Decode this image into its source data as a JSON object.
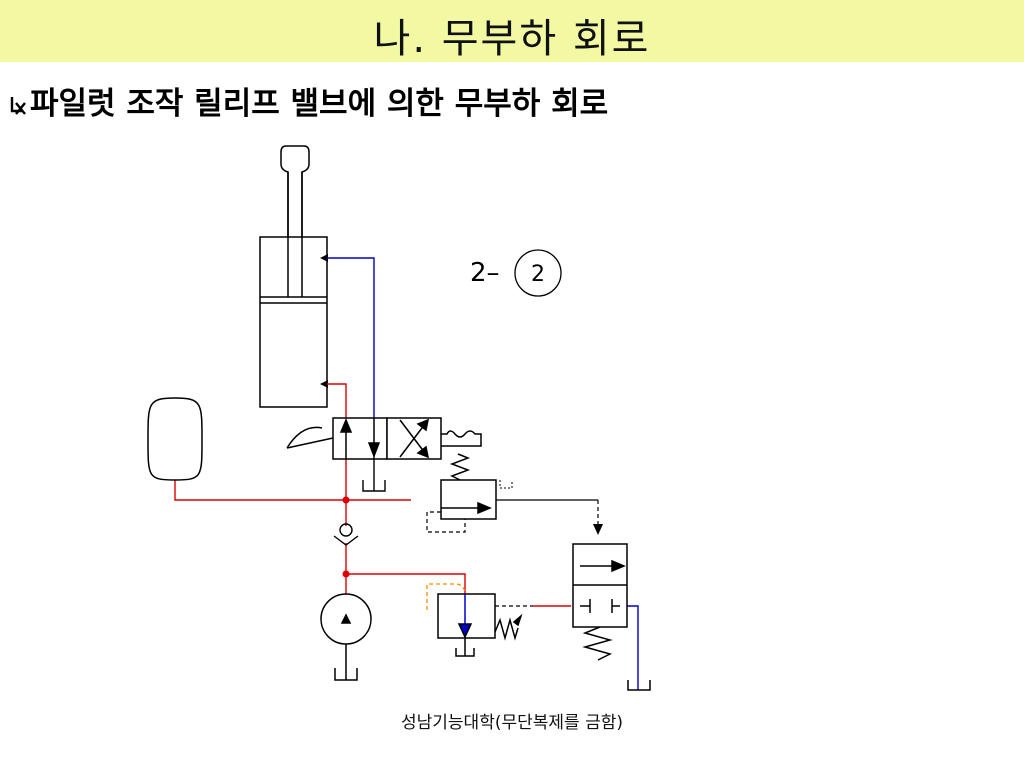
{
  "title": "나. 무부하 회로",
  "subtitle": "파일럿 조작 릴리프 밸브에 의한 무부하 회로",
  "footer": "성남기능대학(무단복제를 금함)",
  "diagram": {
    "label_prefix": "2–",
    "label_number": "2"
  },
  "colors": {
    "title_bg": "#f2f9a2",
    "pressure_line": "#e00000",
    "return_line": "#0000cc",
    "pilot_line": "#ff8a00",
    "junction": "#e00000"
  }
}
